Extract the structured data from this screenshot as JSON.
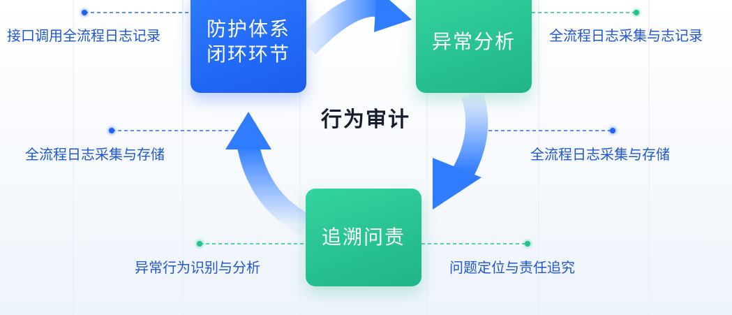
{
  "diagram": {
    "center_title": "行为审计",
    "nodes": {
      "top_left": {
        "lines": [
          "防护体系",
          "闭环环节"
        ],
        "color": "#1f63f5"
      },
      "top_right": {
        "text": "异常分析",
        "color": "#25c291"
      },
      "bottom": {
        "text": "追溯问责",
        "color": "#25c291"
      }
    },
    "labels": [
      {
        "text": "接口调用全流程日志记录",
        "dot_color": "#1f63f5"
      },
      {
        "text": "全流程日志采集与志记录",
        "dot_color": "#25c291"
      },
      {
        "text": "全流程日志采集与存储",
        "dot_color": "#1f63f5"
      },
      {
        "text": "全流程日志采集与存储",
        "dot_color": "#1f63f5"
      },
      {
        "text": "异常行为识别与分析",
        "dot_color": "#25c291"
      },
      {
        "text": "问题定位与责任追究",
        "dot_color": "#25c291"
      }
    ],
    "colors": {
      "blue": "#1f63f5",
      "green": "#25c291",
      "label_text": "#1f55d6",
      "title_text": "#141c2e"
    }
  }
}
